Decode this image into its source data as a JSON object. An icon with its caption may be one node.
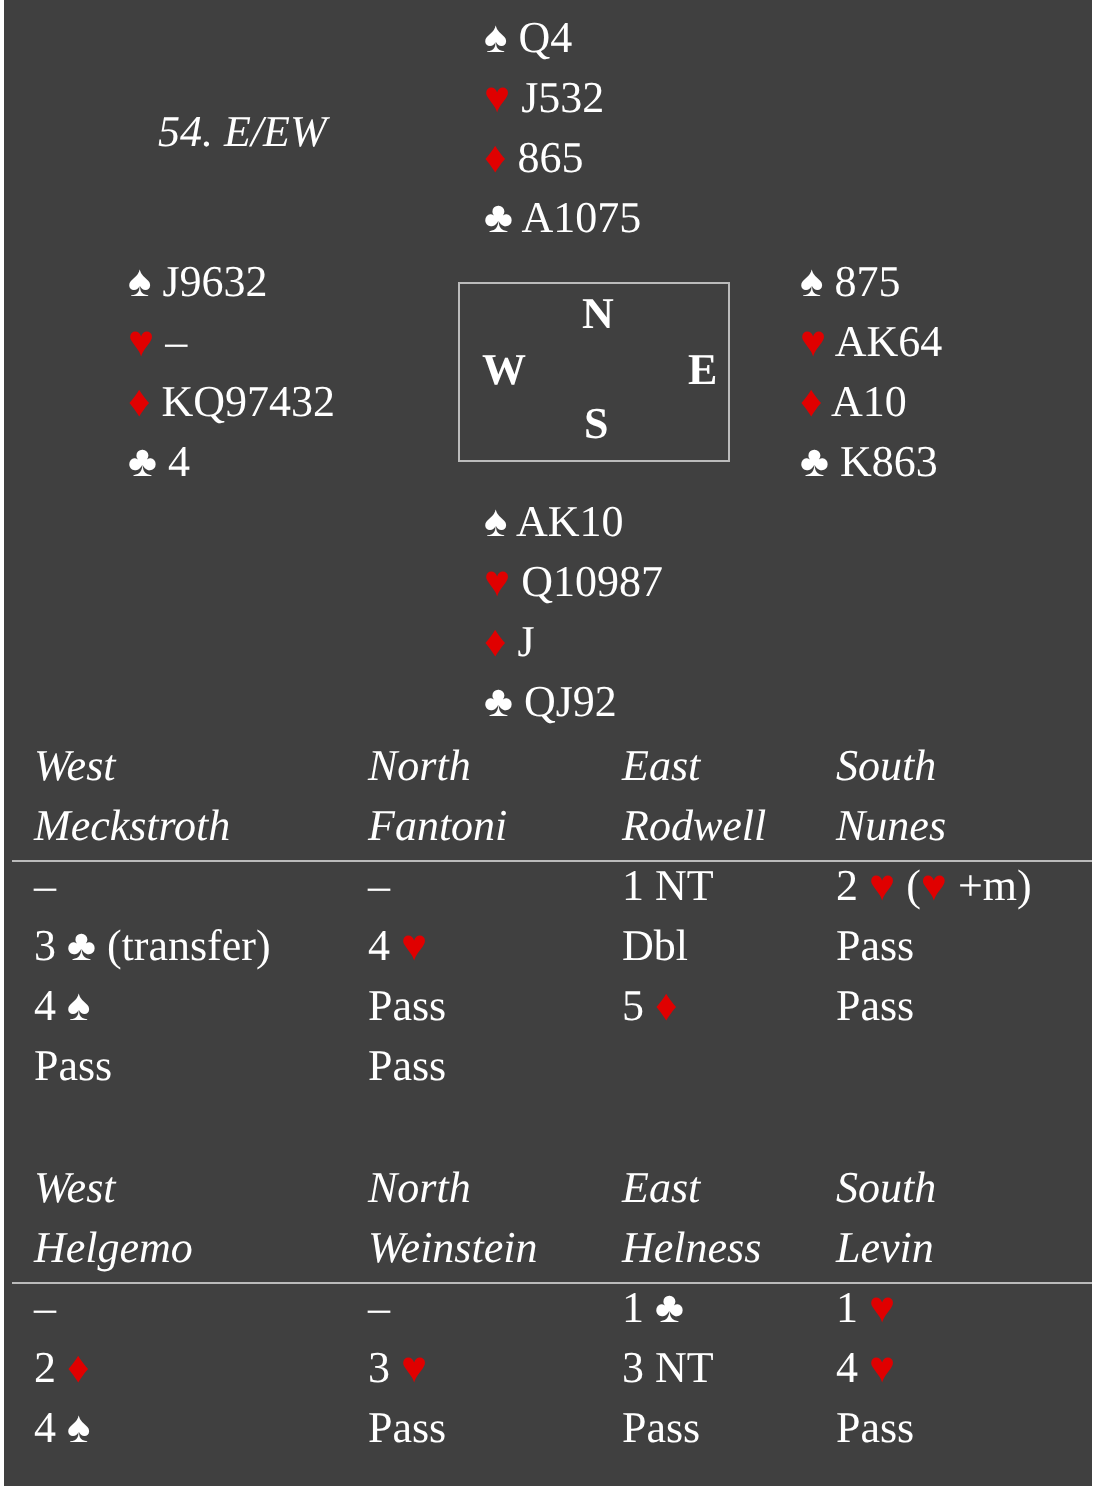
{
  "diagram": {
    "title": "54. E/EW",
    "nodes": [
      {
        "text": [
          "N",
          "W",
          "E",
          "S"
        ]
      }
    ],
    "labels": [
      "♠ Q4",
      "♥ J532",
      "♦ 865",
      "♣ A1075",
      "♠ J9632",
      "♥ –",
      "♦ KQ97432",
      "♣ 4",
      "♠ 875",
      "♥ AK64",
      "♦ A10",
      "♣ K863",
      "♠ AK10",
      "♥ Q10987",
      "♦ J",
      "♣ QJ92",
      "West",
      "North",
      "East",
      "South",
      "Meckstroth",
      "Fantoni",
      "Rodwell",
      "Nunes",
      "–",
      "–",
      "1 NT",
      "2 ♥ (♥ +m)",
      "3 ♣ (transfer)",
      "4 ♥",
      "Dbl",
      "Pass",
      "4 ♠",
      "Pass",
      "5 ♦",
      "Pass",
      "Pass",
      "Pass",
      "West",
      "North",
      "East",
      "South",
      "Helgemo",
      "Weinstein",
      "Helness",
      "Levin",
      "–",
      "–",
      "1 ♣",
      "1 ♥",
      "2 ♦",
      "3 ♥",
      "3 NT",
      "4 ♥",
      "4 ♠",
      "Pass",
      "Pass",
      "Pass"
    ]
  }
}
